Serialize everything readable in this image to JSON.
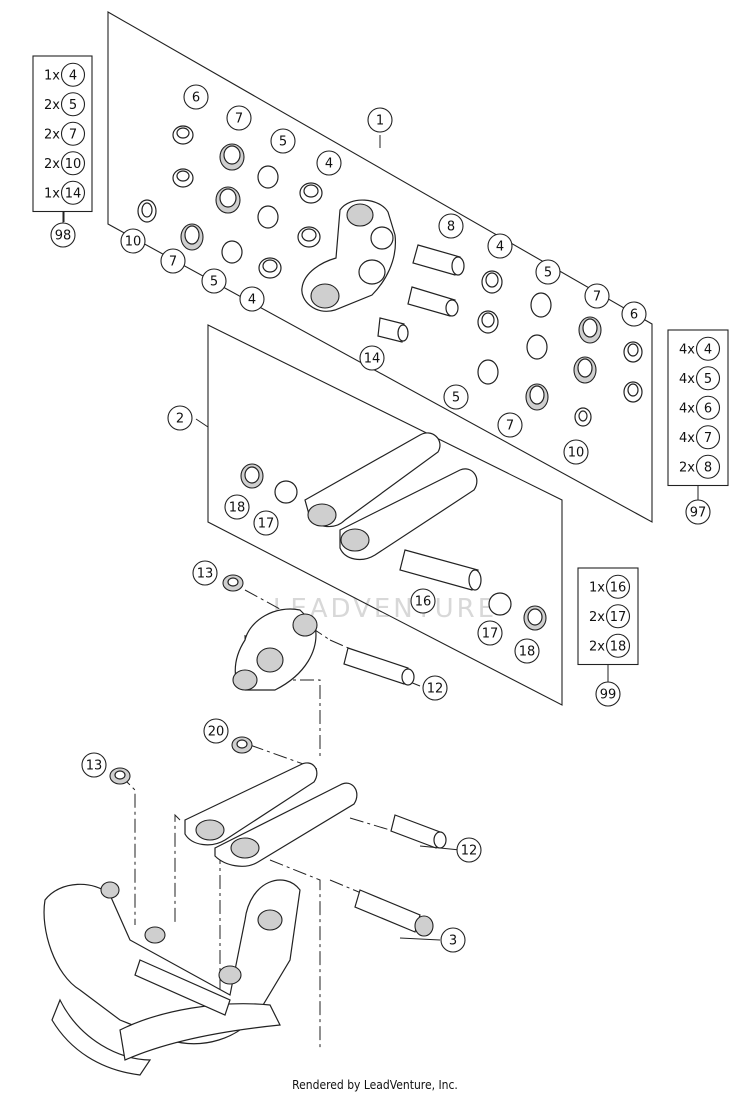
{
  "footer": {
    "text": "Rendered by LeadVenture, Inc."
  },
  "watermark": {
    "text": "LEADVENTURE"
  },
  "callouts": [
    {
      "id": "c1",
      "label": "1"
    },
    {
      "id": "c2",
      "label": "2"
    },
    {
      "id": "c3",
      "label": "3"
    },
    {
      "id": "c4a",
      "label": "4"
    },
    {
      "id": "c4b",
      "label": "4"
    },
    {
      "id": "c4c",
      "label": "4"
    },
    {
      "id": "c5a",
      "label": "5"
    },
    {
      "id": "c5b",
      "label": "5"
    },
    {
      "id": "c5c",
      "label": "5"
    },
    {
      "id": "c5d",
      "label": "5"
    },
    {
      "id": "c6a",
      "label": "6"
    },
    {
      "id": "c6b",
      "label": "6"
    },
    {
      "id": "c7a",
      "label": "7"
    },
    {
      "id": "c7b",
      "label": "7"
    },
    {
      "id": "c7c",
      "label": "7"
    },
    {
      "id": "c7d",
      "label": "7"
    },
    {
      "id": "c8",
      "label": "8"
    },
    {
      "id": "c10a",
      "label": "10"
    },
    {
      "id": "c10b",
      "label": "10"
    },
    {
      "id": "c12a",
      "label": "12"
    },
    {
      "id": "c12b",
      "label": "12"
    },
    {
      "id": "c13a",
      "label": "13"
    },
    {
      "id": "c13b",
      "label": "13"
    },
    {
      "id": "c14",
      "label": "14"
    },
    {
      "id": "c16",
      "label": "16"
    },
    {
      "id": "c17a",
      "label": "17"
    },
    {
      "id": "c17b",
      "label": "17"
    },
    {
      "id": "c18a",
      "label": "18"
    },
    {
      "id": "c18b",
      "label": "18"
    },
    {
      "id": "c20",
      "label": "20"
    }
  ],
  "kits": [
    {
      "label": "98",
      "rows": [
        {
          "qty": "1x",
          "part": "4"
        },
        {
          "qty": "2x",
          "part": "5"
        },
        {
          "qty": "2x",
          "part": "7"
        },
        {
          "qty": "2x",
          "part": "10"
        },
        {
          "qty": "1x",
          "part": "14"
        }
      ]
    },
    {
      "label": "97",
      "rows": [
        {
          "qty": "4x",
          "part": "4"
        },
        {
          "qty": "4x",
          "part": "5"
        },
        {
          "qty": "4x",
          "part": "6"
        },
        {
          "qty": "4x",
          "part": "7"
        },
        {
          "qty": "2x",
          "part": "8"
        }
      ]
    },
    {
      "label": "99",
      "rows": [
        {
          "qty": "1x",
          "part": "16"
        },
        {
          "qty": "2x",
          "part": "17"
        },
        {
          "qty": "2x",
          "part": "18"
        }
      ]
    }
  ]
}
